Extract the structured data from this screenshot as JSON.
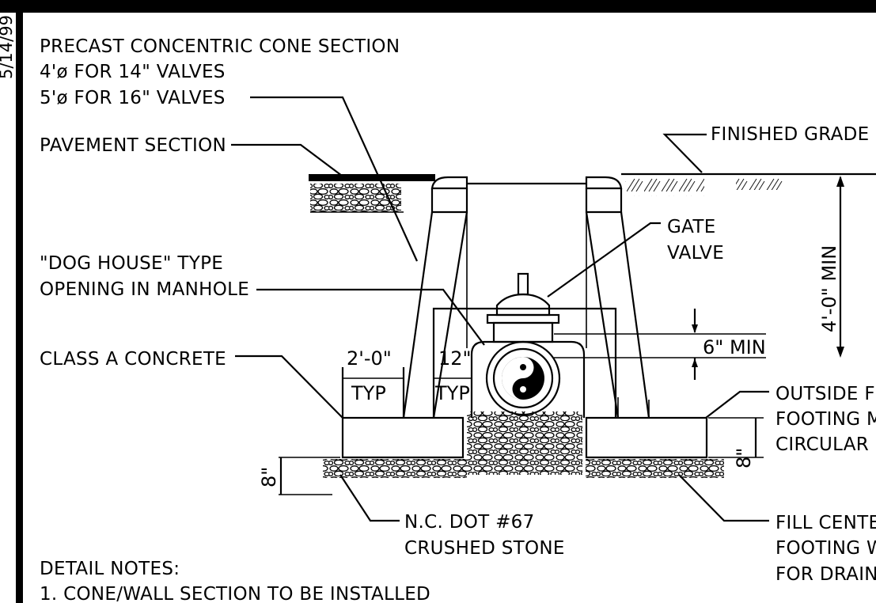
{
  "side_stamp": "5/14/99",
  "labels": {
    "cone_line1": "PRECAST CONCENTRIC CONE SECTION",
    "cone_line2": "4'ø FOR 14\" VALVES",
    "cone_line3": "5'ø FOR 16\" VALVES",
    "pavement": "PAVEMENT SECTION",
    "finished_grade": "FINISHED GRADE",
    "gate_valve_line1": "GATE",
    "gate_valve_line2": "VALVE",
    "dog_house_line1": "\"DOG HOUSE\" TYPE",
    "dog_house_line2": "OPENING IN MANHOLE",
    "class_a": "CLASS A CONCRETE",
    "outside_line1": "OUTSIDE F",
    "outside_line2": "FOOTING M",
    "outside_line3": "CIRCULAR",
    "stone_line1": "N.C. DOT #67",
    "stone_line2": "CRUSHED STONE",
    "fill_line1": "FILL CENTE",
    "fill_line2": "FOOTING W",
    "fill_line3": "FOR DRAIN"
  },
  "dimensions": {
    "two_ft": "2'-0\"",
    "twelve_in": "12\"",
    "typ1": "TYP",
    "typ2": "TYP",
    "six_min": "6\" MIN",
    "four_ft_min": "4'-0\" MIN",
    "eight_left": "8\"",
    "eight_right": "8\""
  },
  "notes": {
    "heading": "DETAIL NOTES:",
    "note1": "1. CONE/WALL SECTION TO BE INSTALLED"
  }
}
